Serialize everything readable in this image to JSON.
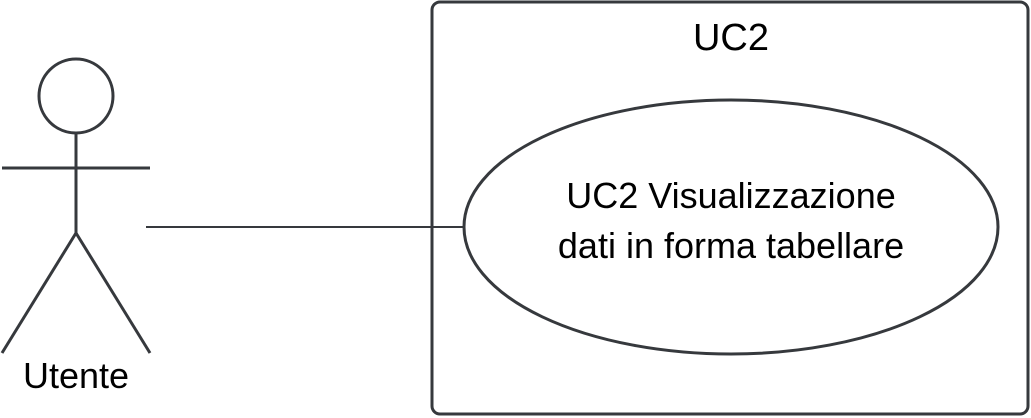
{
  "diagram": {
    "type": "use-case",
    "actor": {
      "label": "Utente"
    },
    "system_boundary": {
      "title": "UC2"
    },
    "use_case": {
      "line1": "UC2 Visualizzazione",
      "line2": "dati in forma tabellare"
    },
    "association": {
      "from": "Utente",
      "to": "UC2 Visualizzazione dati in forma tabellare"
    },
    "colors": {
      "stroke": "#36393d",
      "text": "#000000",
      "background": "#ffffff"
    }
  }
}
